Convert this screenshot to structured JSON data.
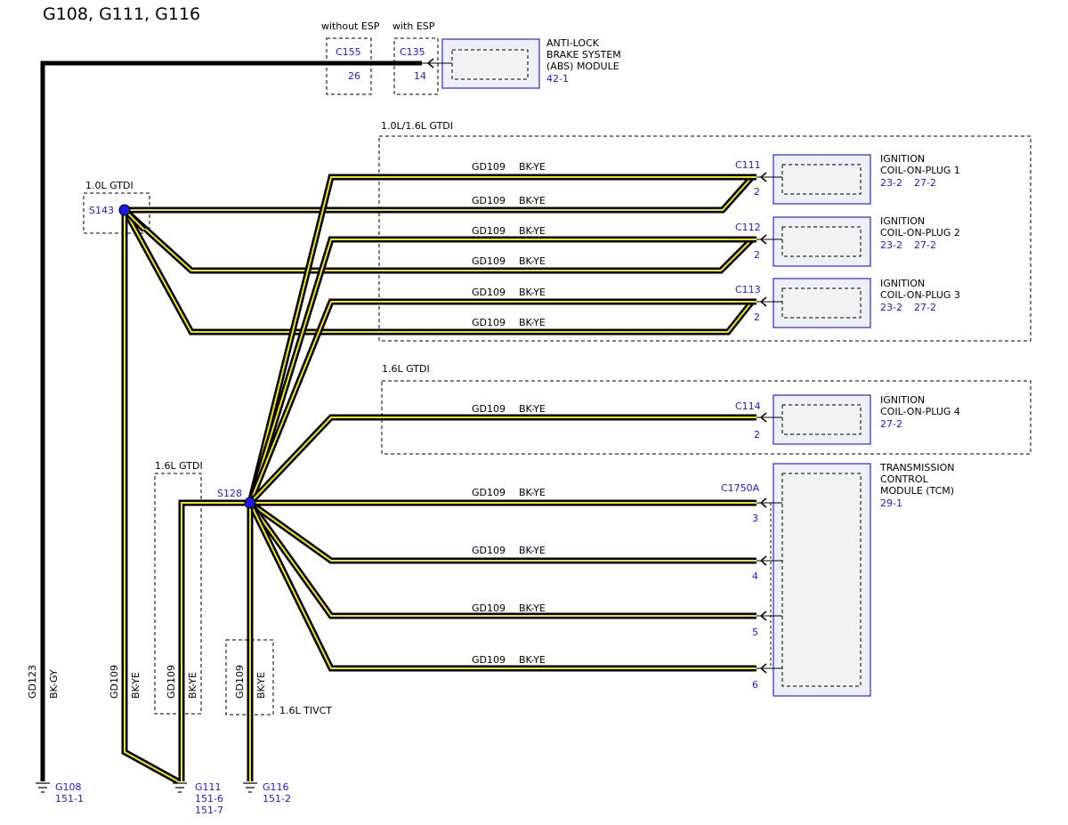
{
  "title": "G108, G111, G116",
  "abs": {
    "variant_without": "without ESP",
    "variant_with": "with ESP",
    "c155_name": "C155",
    "c155_pin": "26",
    "c135_name": "C135",
    "c135_pin": "14",
    "module_line1": "ANTI-LOCK",
    "module_line2": "BRAKE SYSTEM",
    "module_line3": "(ABS) MODULE",
    "module_ref": "42-1"
  },
  "groups": {
    "gtdi_10_16": "1.0L/1.6L GTDI",
    "gtdi_16": "1.6L GTDI",
    "gtdi_10": "1.0L GTDI",
    "gtdi_16_left": "1.6L GTDI",
    "tivct": "1.6L TIVCT"
  },
  "splices": {
    "s143": "S143",
    "s128": "S128"
  },
  "circuit": "GD109",
  "color": "BK-YE",
  "ground_circuit": "GD123",
  "ground_color": "BK-GY",
  "coils": [
    {
      "connector": "C111",
      "pin": "2",
      "line1": "IGNITION",
      "line2": "COIL-ON-PLUG 1",
      "ref_a": "23-2",
      "ref_b": "27-2"
    },
    {
      "connector": "C112",
      "pin": "2",
      "line1": "IGNITION",
      "line2": "COIL-ON-PLUG 2",
      "ref_a": "23-2",
      "ref_b": "27-2"
    },
    {
      "connector": "C113",
      "pin": "2",
      "line1": "IGNITION",
      "line2": "COIL-ON-PLUG 3",
      "ref_a": "23-2",
      "ref_b": "27-2"
    },
    {
      "connector": "C114",
      "pin": "2",
      "line1": "IGNITION",
      "line2": "COIL-ON-PLUG 4",
      "ref_a": "27-2",
      "ref_b": ""
    }
  ],
  "tcm": {
    "connector": "C1750A",
    "pins": [
      "3",
      "4",
      "5",
      "6"
    ],
    "line1": "TRANSMISSION",
    "line2": "CONTROL",
    "line3": "MODULE (TCM)",
    "ref": "29-1"
  },
  "grounds": {
    "g108": {
      "name": "G108",
      "ref1": "151-1"
    },
    "g111": {
      "name": "G111",
      "ref1": "151-6",
      "ref2": "151-7"
    },
    "g116": {
      "name": "G116",
      "ref1": "151-2"
    }
  },
  "colors": {
    "wire_stripe": "#f2e600",
    "module_outline": "#2a2ad8",
    "label_blue": "#1a1ae6"
  }
}
